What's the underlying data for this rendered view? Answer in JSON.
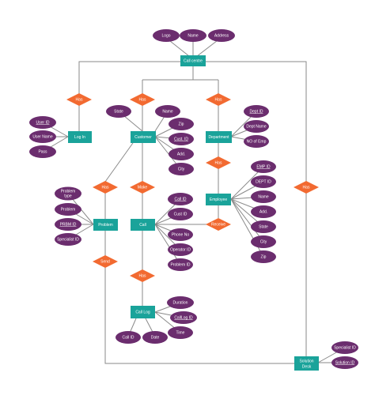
{
  "entities": {
    "call_centre": "Call centre",
    "log_in": "Log In",
    "customer": "Customer",
    "department": "Department",
    "employee": "Employee",
    "problem": "Problem",
    "call": "Call",
    "call_log": "Call Log",
    "solution_desk_l1": "Solution",
    "solution_desk_l2": "Desk"
  },
  "relationships": {
    "has_login": "Has",
    "has_customer": "Has",
    "has_department": "Has",
    "has_employee": "Has",
    "has_problem": "Has",
    "make": "Make",
    "receive": "Receive",
    "send": "Send",
    "has_call_log": "Has",
    "has_solution": "Has"
  },
  "attributes": {
    "logo": "Logo",
    "name_cc": "Name",
    "address_cc": "Address",
    "user_id": "User ID",
    "user_name": "User Name",
    "pass": "Pass",
    "state_cust": "State",
    "name_cust": "Name",
    "zip_cust": "Zip",
    "cust_id": "Cust. ID",
    "add_cust": "Add.",
    "city_cust": "City",
    "dept_id": "Dept ID",
    "dept_name": "Dept Name",
    "no_of_emp": "NO of Emp",
    "emp_id": "EMP ID",
    "dept_id_emp": "DEPT ID",
    "name_emp": "Name",
    "add_emp": "Add.",
    "state_emp": "State",
    "city_emp": "City",
    "zip_emp": "Zip",
    "problem_type_l1": "Problem",
    "problem_type_l2": "type",
    "problem_attr": "Problem",
    "prbm_id": "PRBM ID",
    "specialist_id_prob": "Specialist ID",
    "call_id": "Call ID",
    "cust_id_call": "Cust ID",
    "phone_no": "Phone No",
    "operator_id": "Operator ID",
    "problem_id": "Problem ID",
    "duration": "Duration",
    "calllog_id": "CallLog ID",
    "call_id_log": "Call ID",
    "date": "Date",
    "time": "Time",
    "specialist_id_sol": "Specialist ID",
    "solution_id": "Solution ID"
  },
  "colors": {
    "entity": "#1aa39a",
    "attribute": "#6b2d6e",
    "relationship": "#f26a31",
    "line": "#8a8a8a",
    "text": "#ffffff"
  }
}
